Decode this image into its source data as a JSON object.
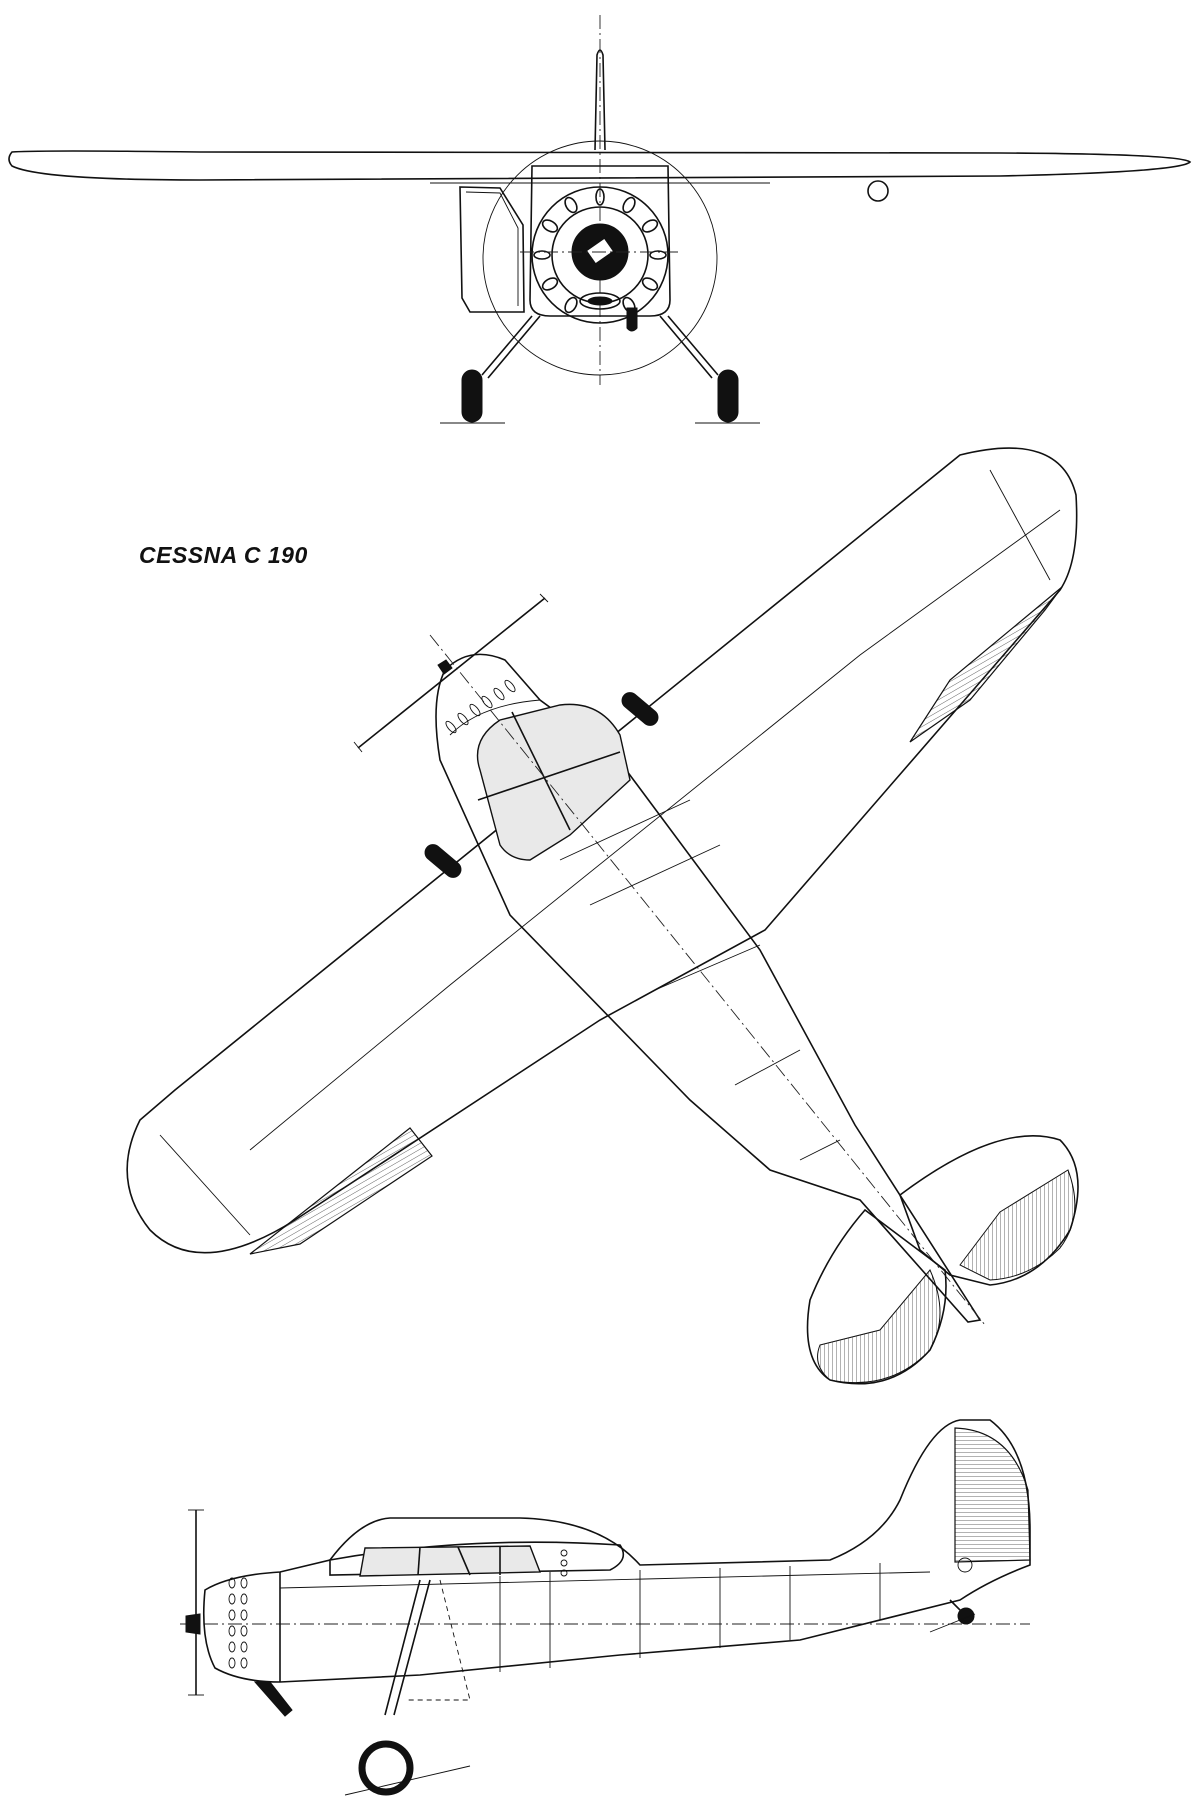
{
  "drawing": {
    "title": "CESSNA C 190",
    "views": [
      "front",
      "top",
      "side"
    ]
  }
}
